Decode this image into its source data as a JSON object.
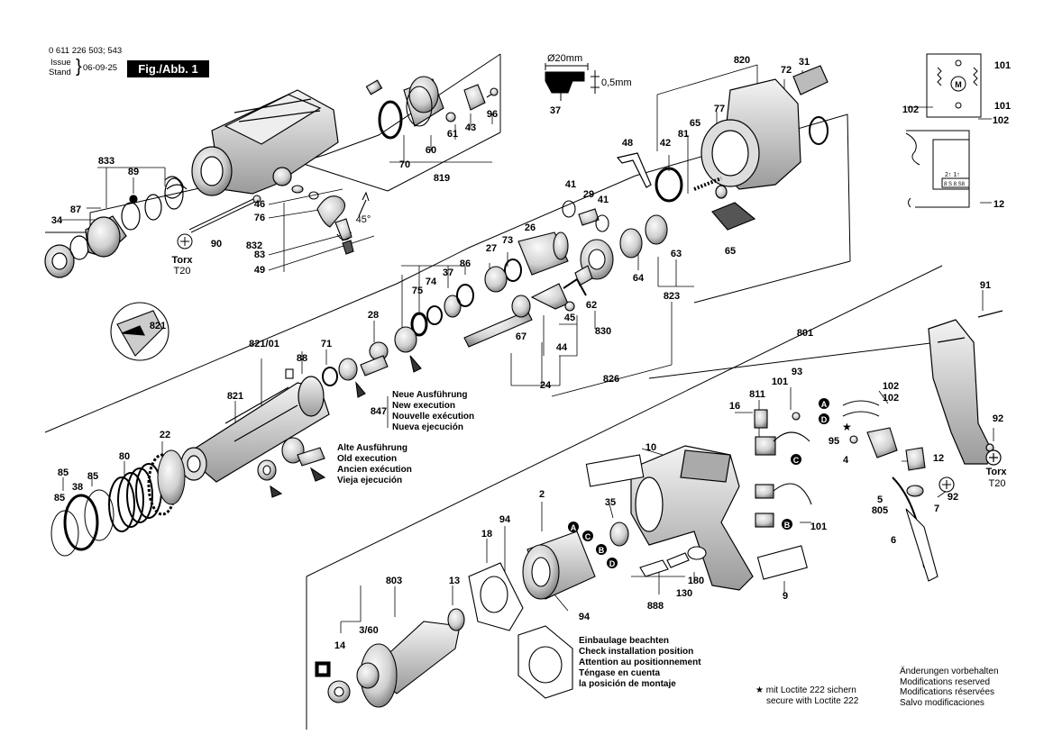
{
  "header": {
    "doc_number": "0 611 226 503; 543",
    "issue_label": "Issue",
    "stand_label": "Stand",
    "date": "06-09-25",
    "figure": "Fig./Abb. 1"
  },
  "part_labels": {
    "p833": "833",
    "p89": "89",
    "p87": "87",
    "p34": "34",
    "p90": "90",
    "p46": "46",
    "p76": "76",
    "p832": "832",
    "p83": "83",
    "p49": "49",
    "p45deg": "45°",
    "p70": "70",
    "p60": "60",
    "p61": "61",
    "p43": "43",
    "p96": "96",
    "p819": "819",
    "p37": "37",
    "p820": "820",
    "p72": "72",
    "p31": "31",
    "p77": "77",
    "p65a": "65",
    "p65b": "65",
    "p81": "81",
    "p42": "42",
    "p48": "48",
    "p41a": "41",
    "p29": "29",
    "p41b": "41",
    "p26": "26",
    "p27": "27",
    "p73": "73",
    "p86": "86",
    "p37b": "37",
    "p74": "74",
    "p75": "75",
    "p63": "63",
    "p64": "64",
    "p823": "823",
    "p62": "62",
    "p45": "45",
    "p830": "830",
    "p67": "67",
    "p44": "44",
    "p24": "24",
    "p826": "826",
    "p821": "821",
    "p82101": "821/01",
    "p28": "28",
    "p71": "71",
    "p88": "88",
    "p821b": "821",
    "p847": "847",
    "p22": "22",
    "p80": "80",
    "p85a": "85",
    "p38": "38",
    "p85b": "85",
    "p101a": "101",
    "p102a": "102",
    "p101b": "101",
    "p102b": "102",
    "p12a": "12",
    "p91": "91",
    "p801": "801",
    "p811": "811",
    "p101c": "101",
    "p93": "93",
    "p16": "16",
    "p102c": "102",
    "p102d": "102",
    "p92a": "92",
    "p95": "95",
    "p4": "4",
    "p12b": "12",
    "p92b": "92",
    "p7": "7",
    "p5": "5",
    "p805": "805",
    "p6": "6",
    "p101d": "101",
    "p10": "10",
    "p35": "35",
    "p2": "2",
    "p94a": "94",
    "p18": "18",
    "p803": "803",
    "p13": "13",
    "p360": "3/60",
    "p14": "14",
    "p94b": "94",
    "p180": "180",
    "p130": "130",
    "p888": "888",
    "p9": "9"
  },
  "dimension_labels": {
    "diameter": "Ø20mm",
    "thickness": "0,5mm"
  },
  "torx_labels": {
    "torx_a": "Torx",
    "t20_a": "T20",
    "torx_b": "Torx",
    "t20_b": "T20"
  },
  "circle_markers": {
    "a1": "A",
    "d1": "D",
    "c1": "C",
    "b1": "B",
    "a2": "A",
    "c2": "C",
    "b2": "B",
    "d2": "D"
  },
  "notes": {
    "new_execution": [
      "Neue Ausführung",
      "New execution",
      "Nouvelle exécution",
      "Nueva ejecución"
    ],
    "old_execution": [
      "Alte Ausführung",
      "Old execution",
      "Ancien exécution",
      "Vieja ejecución"
    ],
    "installation": [
      "Einbaulage beachten",
      "Check installation position",
      "Attention au positionnement",
      "Téngase en cuenta",
      "la posición de montaje"
    ],
    "loctite_line1": "★ mit Loctite 222 sichern",
    "loctite_line2": "secure with Loctite 222",
    "changes": [
      "Änderungen vorbehalten",
      "Modifications reserved",
      "Modifications réservées",
      "Salvo modificaciones"
    ]
  },
  "wiring": {
    "motor_symbol": "M",
    "terminal_top": "2↑ 1↑",
    "terminal_bottom": "8 S 8 S8"
  }
}
